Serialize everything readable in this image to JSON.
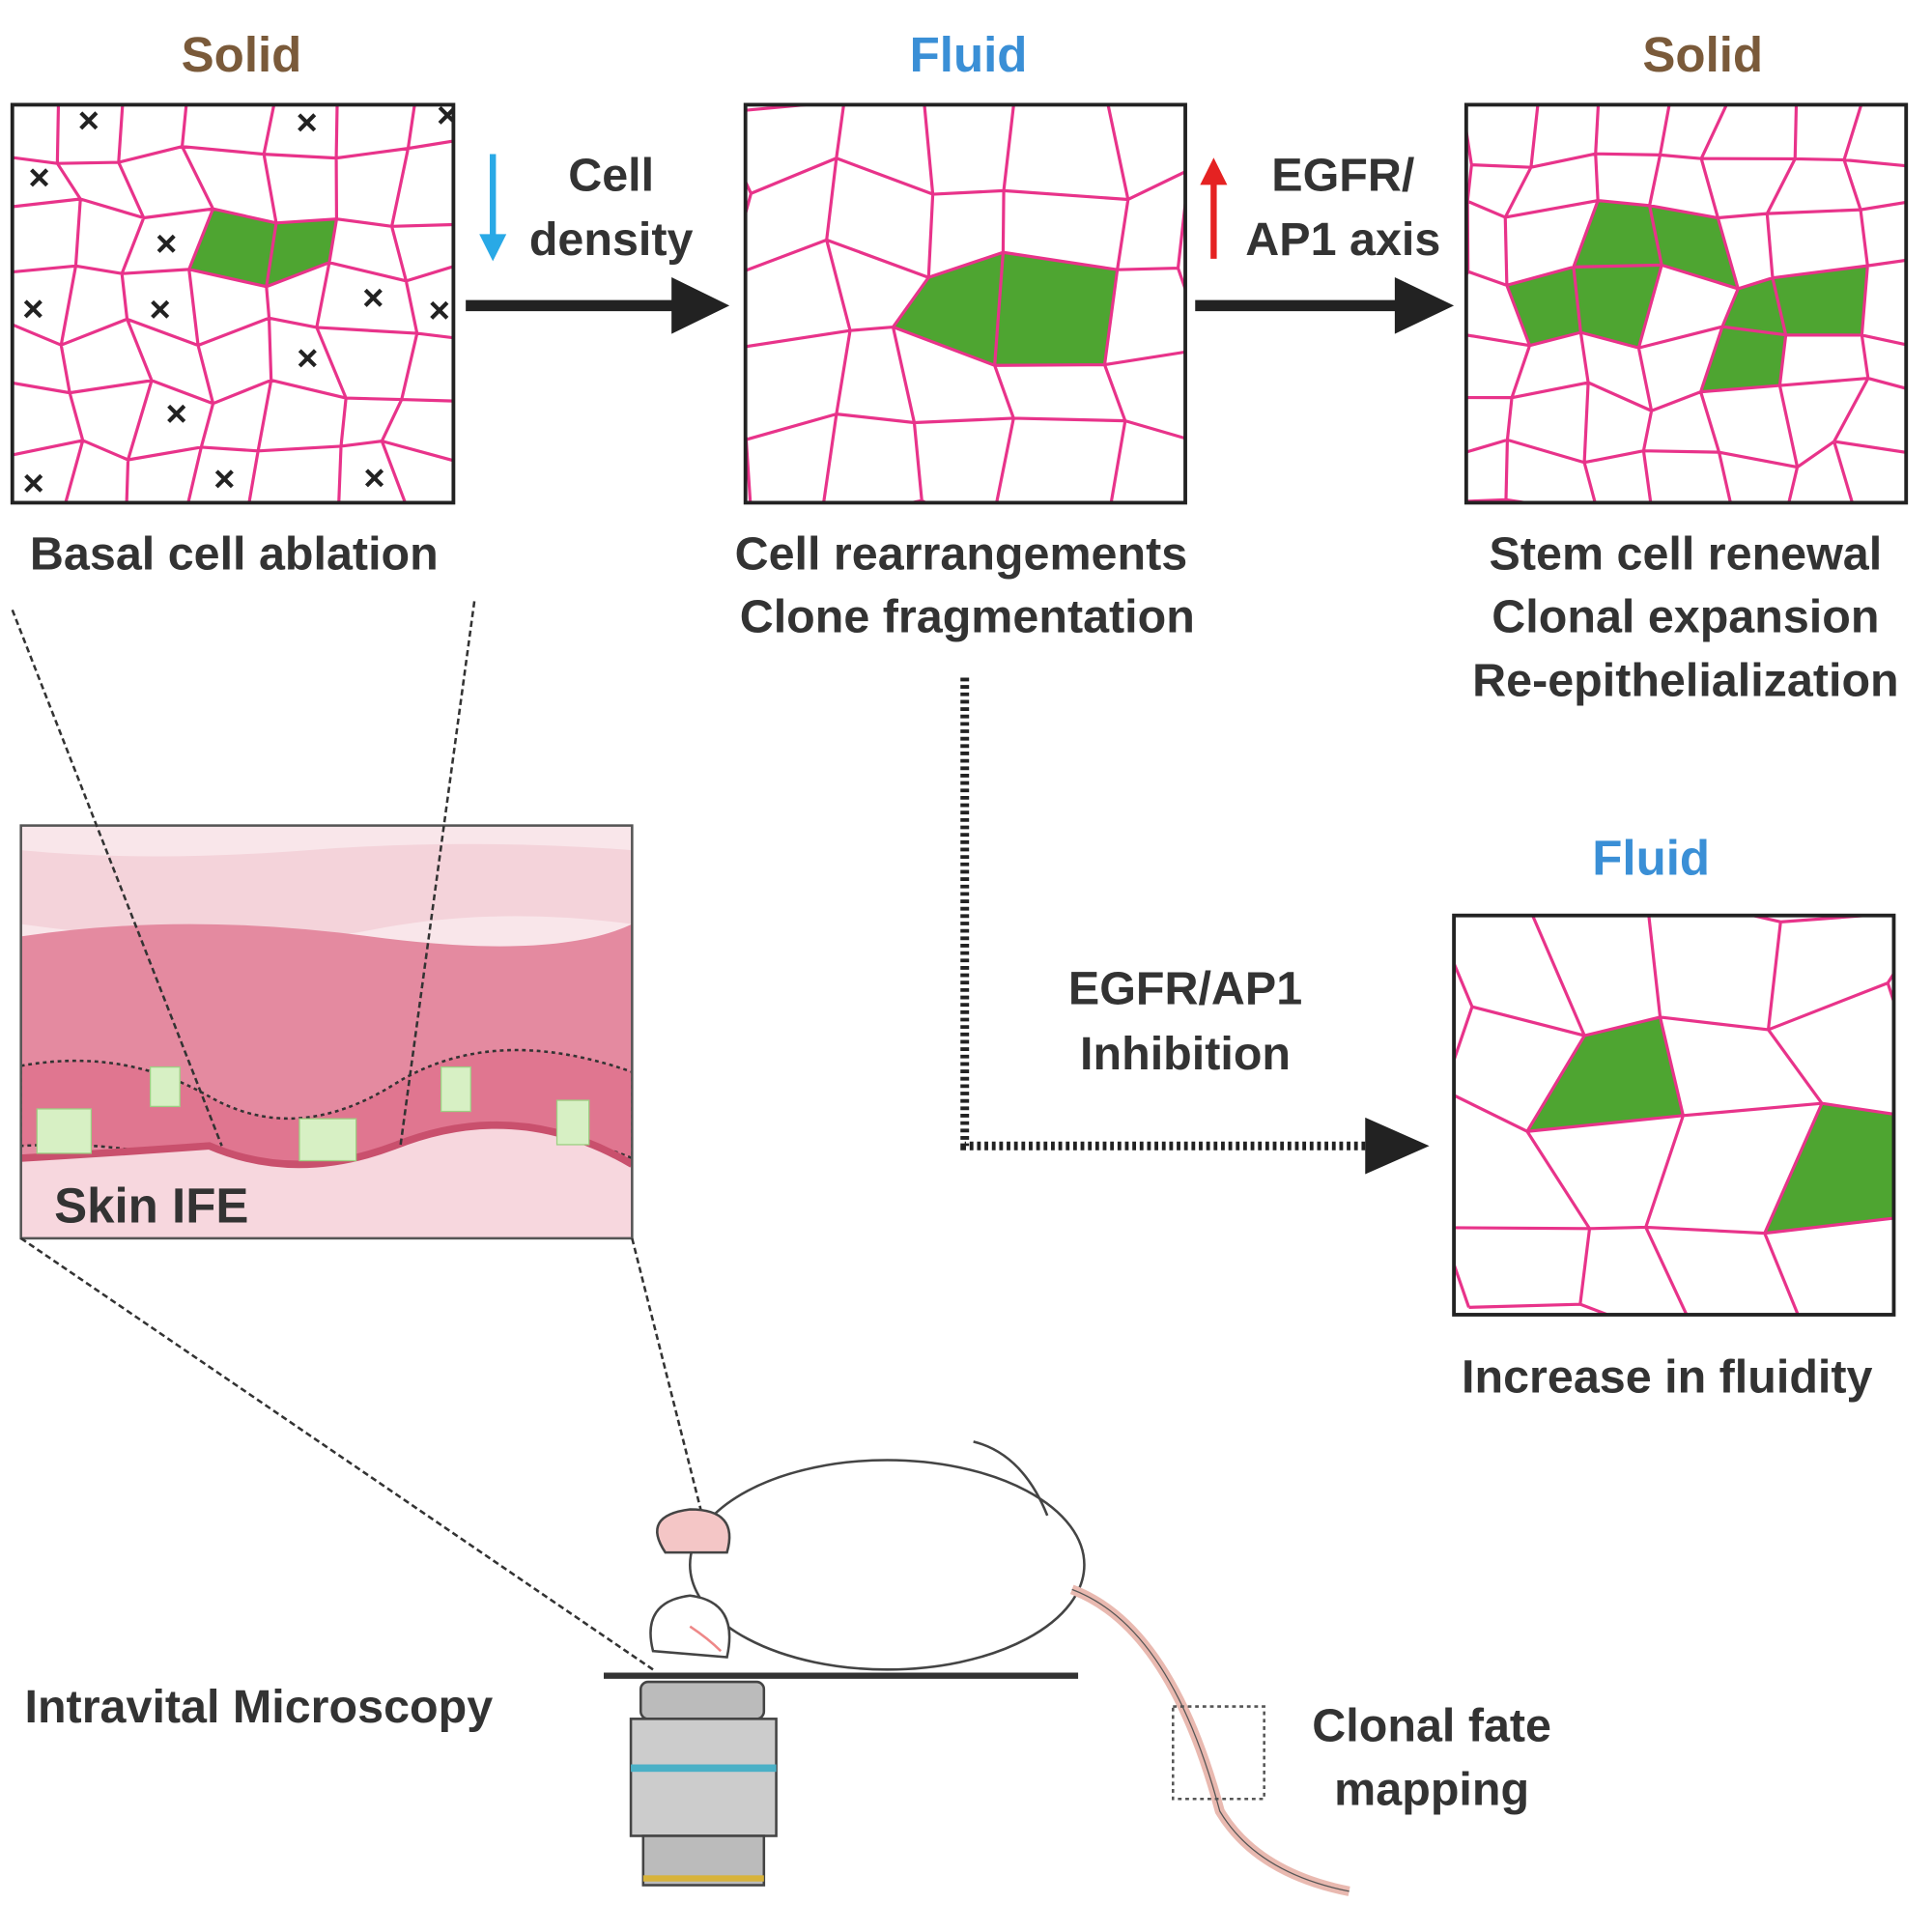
{
  "colors": {
    "solid": "#7a5a3a",
    "fluid": "#3a8fd6",
    "membrane": "#e8338a",
    "clone": "#4ea531",
    "text": "#333333",
    "down_arrow": "#29a9e6",
    "up_arrow": "#e52222"
  },
  "panels": [
    {
      "state": "Solid",
      "caption": [
        "Basal cell ablation"
      ]
    },
    {
      "state": "Fluid",
      "caption": [
        "Cell rearrangements",
        "Clone fragmentation"
      ]
    },
    {
      "state": "Solid",
      "caption": [
        "Stem cell renewal",
        "Clonal expansion",
        "Re-epithelialization"
      ]
    },
    {
      "state": "Fluid",
      "caption": [
        "Increase in fluidity"
      ]
    }
  ],
  "arrows": {
    "first": [
      "Cell",
      "density"
    ],
    "second": [
      "EGFR/",
      "AP1 axis"
    ],
    "inhibition": [
      "EGFR/AP1",
      "Inhibition"
    ]
  },
  "skin_label": "Skin IFE",
  "microscopy_label": "Intravital Microscopy",
  "fate_mapping": [
    "Clonal fate",
    "mapping"
  ]
}
